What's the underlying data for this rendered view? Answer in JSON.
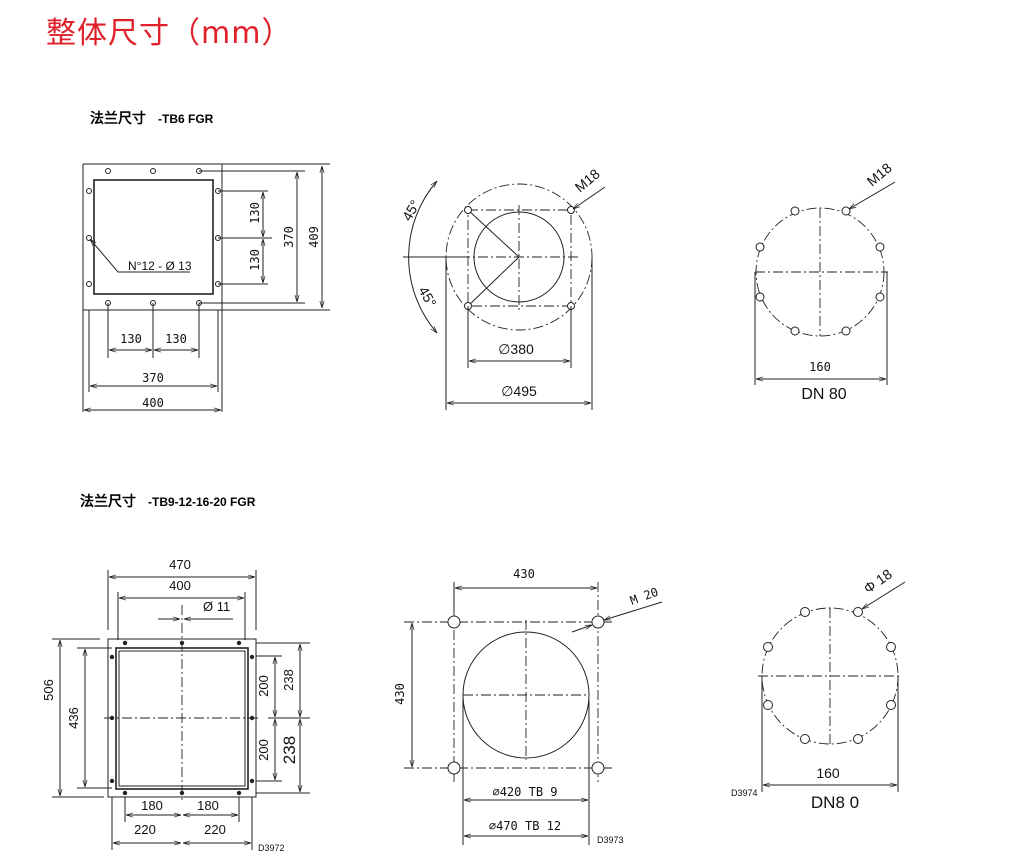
{
  "page_title": "整体尺寸（mm）",
  "accent_color": "#e0202a",
  "section1": {
    "label": "法兰尺寸",
    "model": "-TB6 FGR",
    "front": {
      "d409": "409",
      "d370v": "370",
      "d130a": "130",
      "d130b": "130",
      "h130a": "130",
      "h130b": "130",
      "h370": "370",
      "h400": "400",
      "holes": "N°12 - Ø 13"
    },
    "side": {
      "angle1": "45°",
      "angle2": "45°",
      "thread": "M18",
      "d380": "∅380",
      "d495": "∅495"
    },
    "pipe": {
      "thread": "M18",
      "d160": "160",
      "dn": "DN 80"
    }
  },
  "section2": {
    "label": "法兰尺寸",
    "model": "-TB9-12-16-20 FGR",
    "front": {
      "w470": "470",
      "w400": "400",
      "hole": "Ø 11",
      "h506": "506",
      "h436": "436",
      "r200a": "200",
      "r200b": "200",
      "r238a": "238",
      "r238b": "238",
      "b180a": "180",
      "b180b": "180",
      "b220a": "220",
      "b220b": "220",
      "ref": "D3972"
    },
    "side": {
      "w430": "430",
      "h430": "430",
      "thread": "M 20",
      "d420": "∅420  TB 9",
      "d470": "∅470  TB 12",
      "ref": "D3973"
    },
    "pipe": {
      "hole": "Φ 18",
      "d160": "160",
      "dn": "DN8 0",
      "ref": "D3974"
    }
  }
}
